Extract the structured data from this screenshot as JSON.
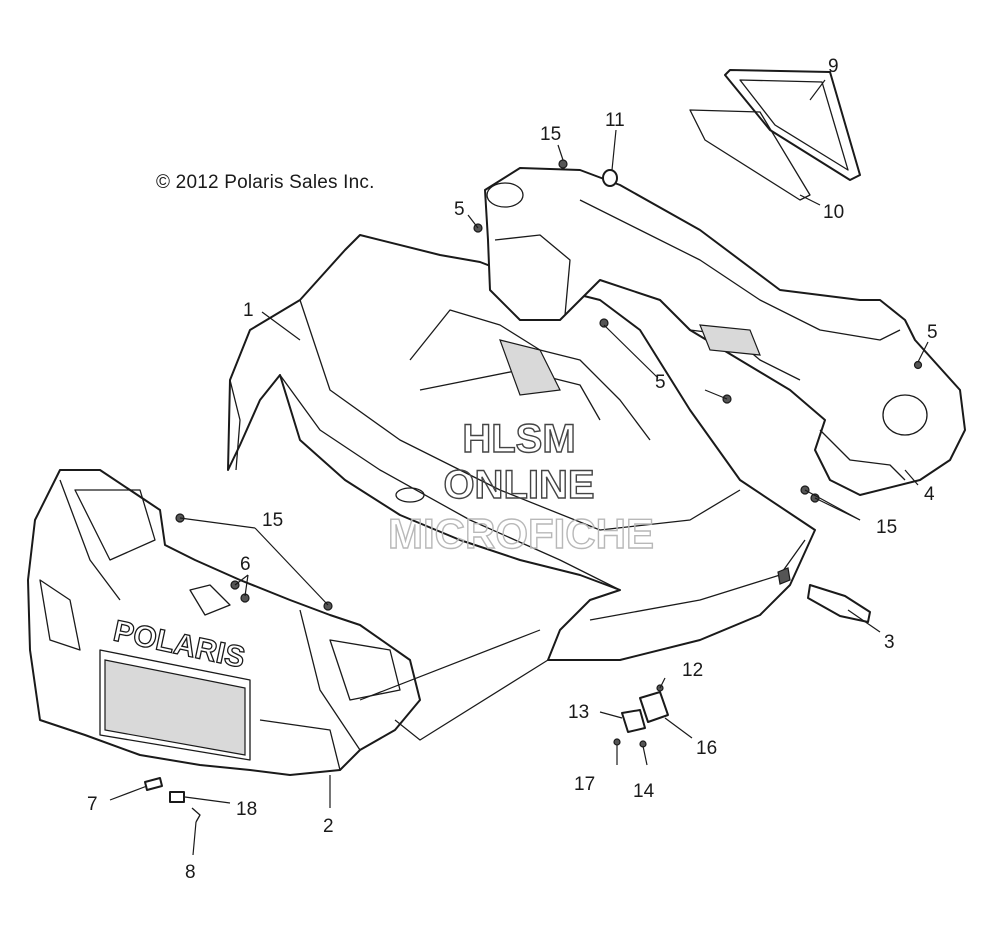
{
  "copyright": "© 2012 Polaris Sales Inc.",
  "watermark": {
    "line1": "HLSM",
    "line2": "ONLINE",
    "line3": "MICROFICHE"
  },
  "front_cab_brand": "POLARIS",
  "callouts": {
    "c1": "1",
    "c2": "2",
    "c3": "3",
    "c4": "4",
    "c5a": "5",
    "c5b": "5",
    "c5c": "5",
    "c6": "6",
    "c7": "7",
    "c8": "8",
    "c9": "9",
    "c10": "10",
    "c11": "11",
    "c12": "12",
    "c13": "13",
    "c14": "14",
    "c15a": "15",
    "c15b": "15",
    "c15c": "15",
    "c16": "16",
    "c17": "17",
    "c18": "18"
  }
}
